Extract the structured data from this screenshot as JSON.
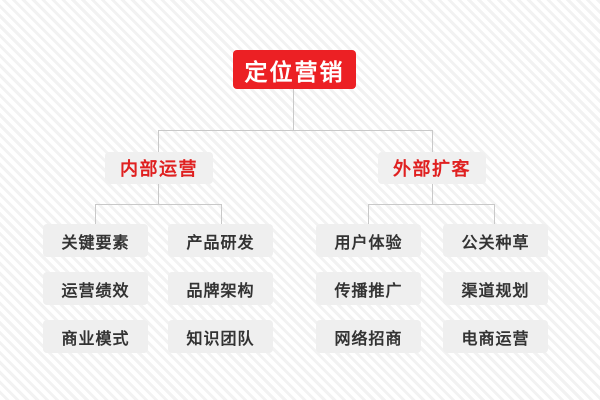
{
  "diagram": {
    "type": "organizational-tree",
    "title": "定位营销",
    "background": {
      "base_color": "#ffffff",
      "stripe_color": "#f2f2f2",
      "pattern": "diagonal-stripes-45deg"
    },
    "colors": {
      "root_fill": "#ec2024",
      "root_text": "#ffffff",
      "branch_fill": "#f0f0f0",
      "branch_text": "#e02020",
      "leaf_fill": "#efefef",
      "leaf_text": "#333333",
      "connector": "#c9c9c9"
    },
    "root": {
      "label": "定位营销"
    },
    "branches": [
      {
        "label": "内部运营",
        "columns": [
          {
            "items": [
              "关键要素",
              "运营绩效",
              "商业模式"
            ]
          },
          {
            "items": [
              "产品研发",
              "品牌架构",
              "知识团队"
            ]
          }
        ]
      },
      {
        "label": "外部扩客",
        "columns": [
          {
            "items": [
              "用户体验",
              "传播推广",
              "网络招商"
            ]
          },
          {
            "items": [
              "公关种草",
              "渠道规划",
              "电商运营"
            ]
          }
        ]
      }
    ]
  }
}
